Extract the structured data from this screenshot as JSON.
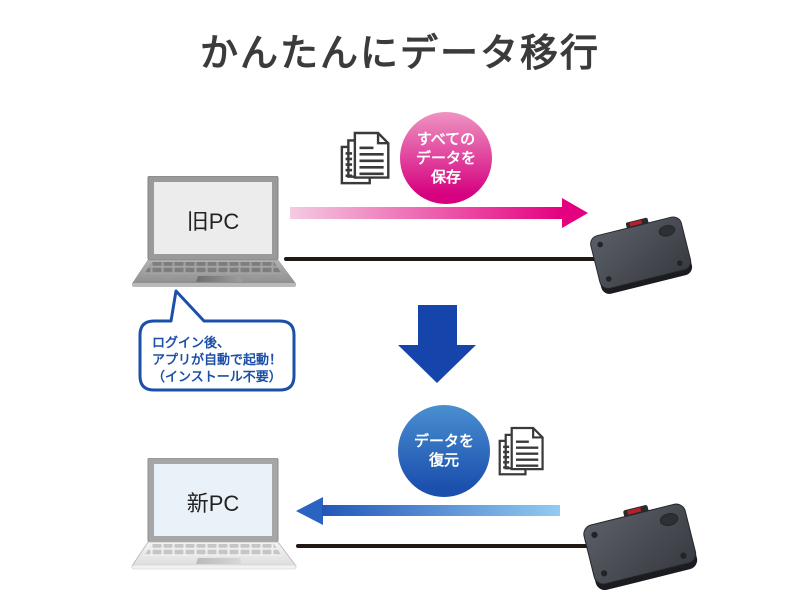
{
  "title": "かんたんにデータ移行",
  "old_pc": {
    "label": "旧PC"
  },
  "new_pc": {
    "label": "新PC"
  },
  "save_badge": {
    "lines": [
      "すべての",
      "データを",
      "保存"
    ]
  },
  "restore_badge": {
    "lines": [
      "データを",
      "復元"
    ]
  },
  "bubble": {
    "lines": [
      "ログイン後、",
      "アプリが自動で起動！",
      "（インストール不要）"
    ]
  },
  "icons": {
    "documents_top": "documents-icon",
    "documents_bottom": "documents-icon",
    "save_arrow": "right-arrow-icon",
    "step_arrow": "down-arrow-icon",
    "restore_arrow": "left-arrow-icon",
    "hdd_top": "portable-hdd",
    "hdd_bottom": "portable-hdd"
  },
  "colors": {
    "title_text": "#3b3b3b",
    "pink": "#e4007f",
    "pink_light": "#f5cbe2",
    "blue": "#1544ab",
    "blue_mid": "#2a63c2",
    "blue_light": "#93cbf1",
    "bubble_blue": "#1c50a8",
    "cable_black": "#211713"
  }
}
